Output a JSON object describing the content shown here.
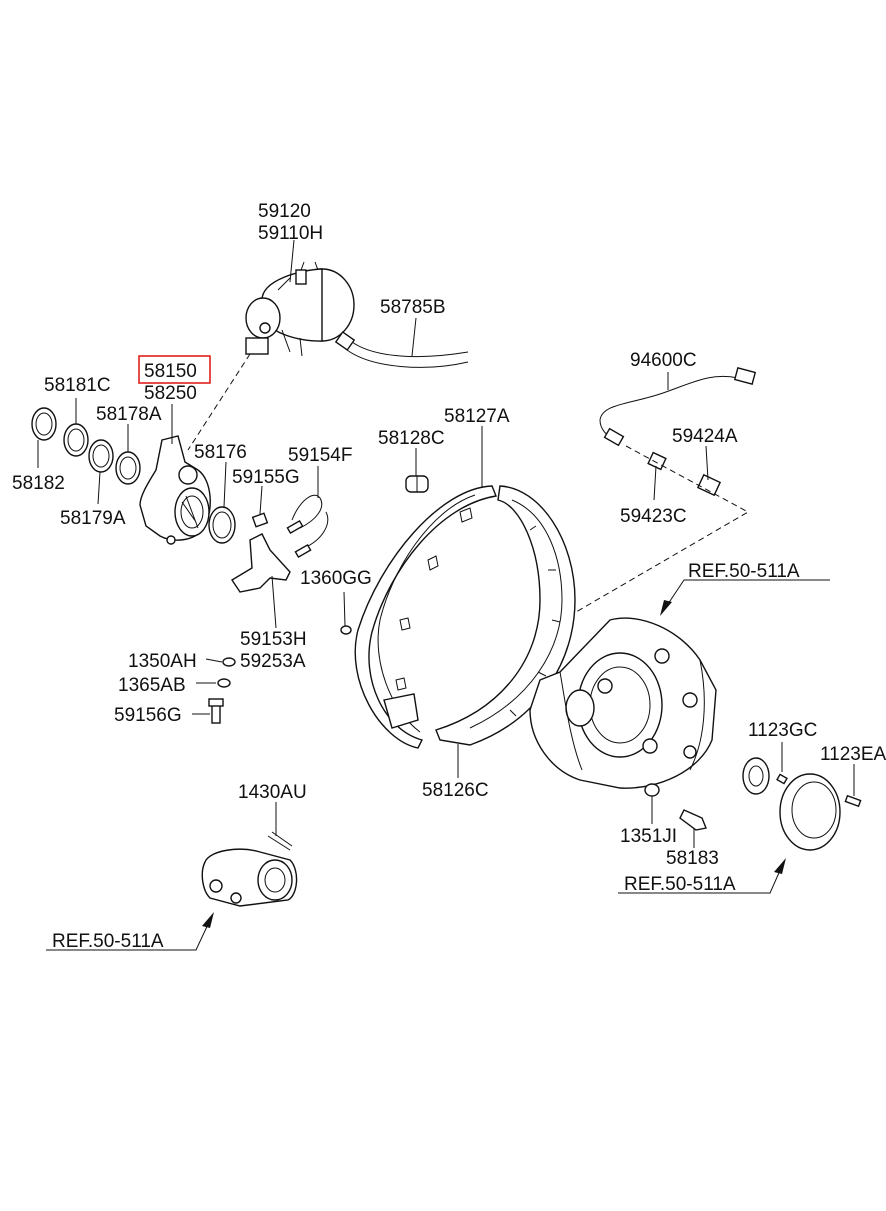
{
  "parts": {
    "p59120": "59120",
    "p59110H": "59110H",
    "p58785B": "58785B",
    "p58150": "58150",
    "p58250": "58250",
    "p58181C": "58181C",
    "p58178A": "58178A",
    "p58176": "58176",
    "p58182": "58182",
    "p58179A": "58179A",
    "p59154F": "59154F",
    "p59155G": "59155G",
    "p1360GG": "1360GG",
    "p59153H": "59153H",
    "p59253A": "59253A",
    "p1350AH": "1350AH",
    "p1365AB": "1365AB",
    "p59156G": "59156G",
    "p58128C": "58128C",
    "p58127A": "58127A",
    "p58126C": "58126C",
    "p94600C": "94600C",
    "p59424A": "59424A",
    "p59423C": "59423C",
    "p1123GC": "1123GC",
    "p1123EA": "1123EA",
    "p1351JI": "1351JI",
    "p58183": "58183",
    "p1430AU": "1430AU"
  },
  "references": {
    "ref_top": "REF.50-511A",
    "ref_right": "REF.50-511A",
    "ref_left": "REF.50-511A"
  },
  "highlight": {
    "part": "58150",
    "color": "#e0201c"
  }
}
